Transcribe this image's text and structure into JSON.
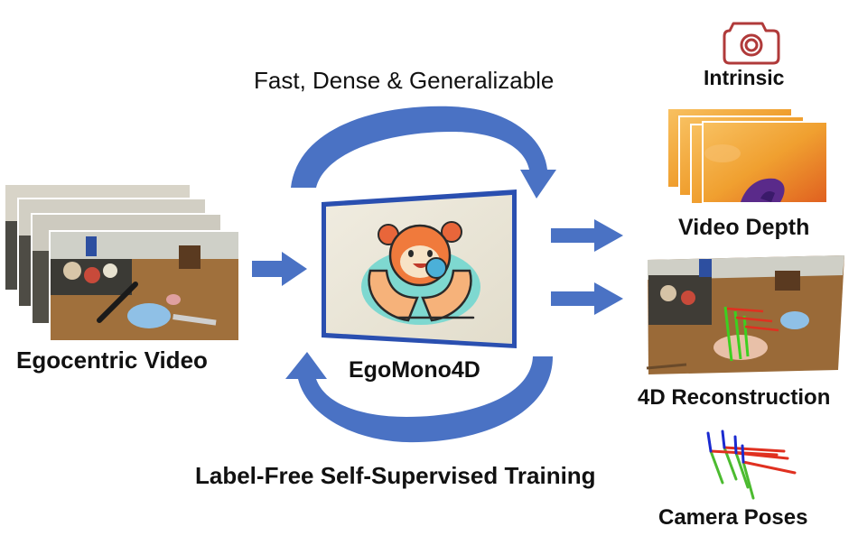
{
  "diagram": {
    "top_label": "Fast, Dense & Generalizable",
    "bottom_label": "Label-Free Self-Supervised Training",
    "input_label": "Egocentric Video",
    "model_label": "EgoMono4D",
    "outputs": {
      "intrinsic": "Intrinsic",
      "video_depth": "Video Depth",
      "reconstruction": "4D Reconstruction",
      "camera_poses": "Camera Poses"
    },
    "icons": [
      "camera-icon",
      "egomono4d-logo",
      "pose-axes-icon"
    ],
    "colors": {
      "arrow_blue": "#4a72c4",
      "camera_red": "#b03a3a",
      "depth_orange": "#f0a030",
      "depth_purple": "#5a2a8a",
      "pose_red": "#e03020",
      "pose_green": "#4cbb30",
      "pose_blue": "#1a2ad0"
    }
  }
}
